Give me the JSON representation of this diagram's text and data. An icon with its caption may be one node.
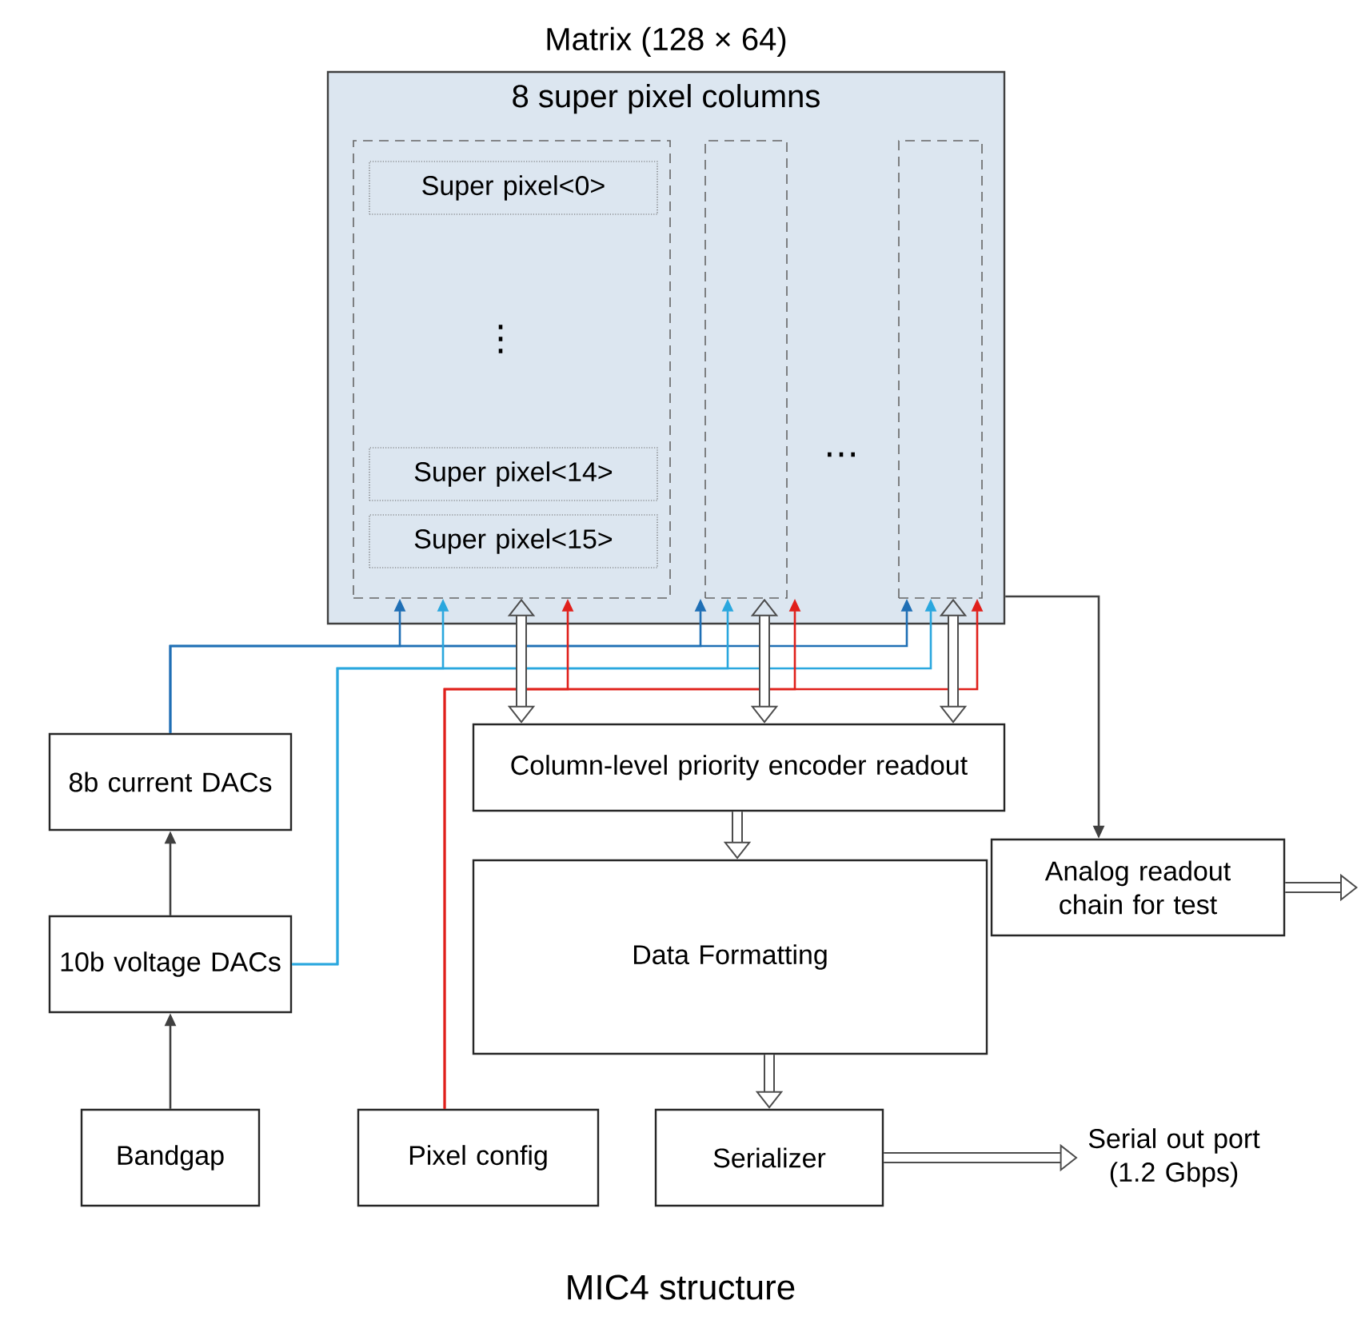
{
  "diagram": {
    "caption": "MIC4 structure",
    "nodes": [
      {
        "text": [
          "Matrix (128 × 64)",
          "8 super pixel columns"
        ]
      },
      {
        "text": [],
        "shape": "box",
        "in": 0
      },
      {
        "text": [
          "Super pixel<0>"
        ],
        "in": 1
      },
      {
        "text": [
          "Super pixel<14>"
        ],
        "in": 1
      },
      {
        "text": [
          "Super pixel<15>"
        ],
        "in": 1
      },
      {
        "text": [],
        "shape": "box",
        "in": 0
      },
      {
        "text": [],
        "shape": "box",
        "in": 0
      },
      {
        "text": [
          "Column-level priority encoder readout"
        ]
      },
      {
        "text": [
          "8b current DACs"
        ]
      },
      {
        "text": [
          "10b voltage DACs"
        ]
      },
      {
        "text": [
          "Data Formatting"
        ]
      },
      {
        "text": [
          "Analog readout chain for test"
        ]
      },
      {
        "text": [
          "Bandgap"
        ]
      },
      {
        "text": [
          "Pixel config"
        ]
      },
      {
        "text": [
          "Serializer"
        ]
      },
      {
        "text": [
          "Serial out port (1.2 Gbps)"
        ]
      }
    ],
    "edges": [
      {
        "from": 12,
        "to": 9,
        "arrow": "to"
      },
      {
        "from": 9,
        "to": 8,
        "arrow": "to"
      },
      {
        "from": 8,
        "to": 1,
        "arrow": "to",
        "color": "#1f6fb5"
      },
      {
        "from": 8,
        "to": 5,
        "arrow": "to",
        "color": "#1f6fb5"
      },
      {
        "from": 8,
        "to": 6,
        "arrow": "to",
        "color": "#1f6fb5"
      },
      {
        "from": 9,
        "to": 1,
        "arrow": "to",
        "color": "#2aa7de"
      },
      {
        "from": 9,
        "to": 5,
        "arrow": "to",
        "color": "#2aa7de"
      },
      {
        "from": 9,
        "to": 6,
        "arrow": "to",
        "color": "#2aa7de"
      },
      {
        "from": 13,
        "to": 1,
        "arrow": "to",
        "color": "#e0201b"
      },
      {
        "from": 13,
        "to": 5,
        "arrow": "to",
        "color": "#e0201b"
      },
      {
        "from": 13,
        "to": 6,
        "arrow": "to",
        "color": "#e0201b"
      },
      {
        "from": 1,
        "to": 7,
        "arrow": "both",
        "style": "thick"
      },
      {
        "from": 5,
        "to": 7,
        "arrow": "both",
        "style": "thick"
      },
      {
        "from": 6,
        "to": 7,
        "arrow": "both",
        "style": "thick"
      },
      {
        "from": 7,
        "to": 10,
        "arrow": "to",
        "style": "thick"
      },
      {
        "from": 10,
        "to": 14,
        "arrow": "to",
        "style": "thick"
      },
      {
        "from": 14,
        "to": 15,
        "arrow": "to",
        "style": "thick"
      },
      {
        "from": 0,
        "to": 11,
        "arrow": "to"
      },
      {
        "from": 11,
        "to": null,
        "arrow": "to",
        "style": "thick"
      }
    ],
    "labels": [
      "⋮",
      "⋯"
    ]
  }
}
